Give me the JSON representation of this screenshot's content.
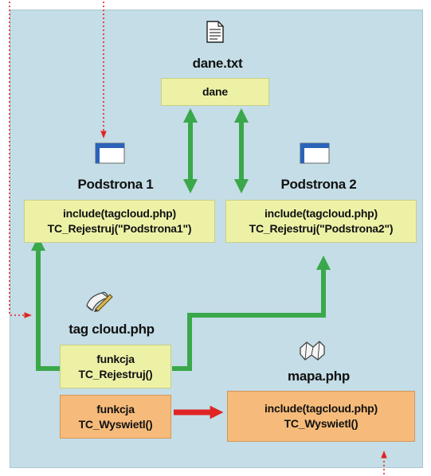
{
  "nodes": {
    "dane_file": {
      "title": "dane.txt",
      "body": [
        "dane"
      ]
    },
    "podstrona1": {
      "title": "Podstrona 1",
      "body": [
        "include(tagcloud.php)",
        "TC_Rejestruj(\"Podstrona1\")"
      ]
    },
    "podstrona2": {
      "title": "Podstrona 2",
      "body": [
        "include(tagcloud.php)",
        "TC_Rejestruj(\"Podstrona2\")"
      ]
    },
    "tagcloud": {
      "title": "tag cloud.php"
    },
    "func_rejestruj": {
      "body": [
        "funkcja",
        "TC_Rejestruj()"
      ]
    },
    "func_wyswietl": {
      "body": [
        "funkcja",
        "TC_Wyswietl()"
      ]
    },
    "mapa": {
      "title": "mapa.php",
      "body": [
        "include(tagcloud.php)",
        "TC_Wyswietl()"
      ]
    }
  },
  "icons": {
    "dane_file": "document-icon",
    "podstrona1": "window-icon",
    "podstrona2": "window-icon",
    "tagcloud": "pen-scroll-icon",
    "mapa": "folded-map-icon"
  },
  "colors": {
    "panel": "#c4dde6",
    "box_yellow": "#ecf1a6",
    "box_orange": "#f6bb7a",
    "green_connector": "#3aa84a",
    "red_arrow": "#e02424",
    "dotted_red": "#e02424"
  }
}
